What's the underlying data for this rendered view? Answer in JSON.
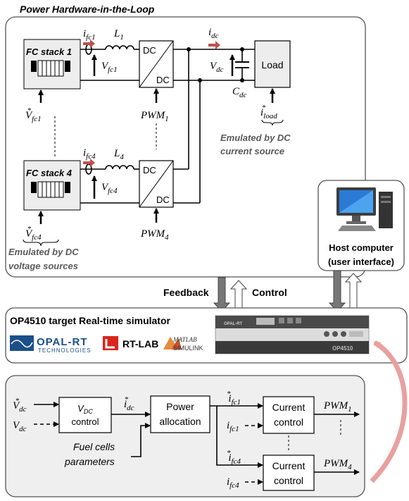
{
  "colors": {
    "panel_bg": "#efefef",
    "panel_border": "#555555",
    "current_arrow": "#c0504d",
    "link_arrow": "#e8a0a0",
    "emulated_text": "#595959",
    "opal_blue": "#1b4f8a",
    "rtlab_red": "#d9261c"
  },
  "phil": {
    "title": "Power Hardware-in-the-Loop",
    "fc1": {
      "label": "FC stack 1",
      "current": "i",
      "current_sub": "fc1",
      "inductor": "L",
      "inductor_sub": "1",
      "voltage": "V",
      "voltage_sub": "fc1",
      "ref": "V",
      "ref_sub": "fc1",
      "ref_sup": "*"
    },
    "fc4": {
      "label": "FC stack 4",
      "current": "i",
      "current_sub": "fc4",
      "inductor": "L",
      "inductor_sub": "4",
      "voltage": "V",
      "voltage_sub": "fc4",
      "ref": "V",
      "ref_sub": "fc4",
      "ref_sup": "*"
    },
    "dcdc1": {
      "top": "DC",
      "bottom": "DC",
      "pwm": "PWM",
      "pwm_sub": "1"
    },
    "dcdc4": {
      "top": "DC",
      "bottom": "DC",
      "pwm": "PWM",
      "pwm_sub": "4"
    },
    "dc_bus": {
      "current": "i",
      "current_sub": "dc",
      "voltage": "V",
      "voltage_sub": "dc",
      "cap": "C",
      "cap_sub": "dc"
    },
    "load": {
      "label": "Load",
      "ref": "i",
      "ref_sub": "load",
      "ref_sup": "*"
    },
    "emulated_load": [
      "Emulated by DC",
      "current source"
    ],
    "emulated_fc": [
      "Emulated by DC",
      "voltage sources"
    ]
  },
  "host": {
    "label": [
      "Host computer",
      "(user interface)"
    ]
  },
  "links": {
    "feedback": "Feedback",
    "control": "Control"
  },
  "simulator": {
    "title": "OP4510 target Real-time simulator",
    "opal_main": "OPAL-RT",
    "opal_sub": "TECHNOLOGIES",
    "rtlab": "RT-LAB",
    "matlab": "MATLAB",
    "simulink": "SIMULINK",
    "device_brand": "OPAL-RT",
    "device_model": "OP4510"
  },
  "control": {
    "vdc_ref": "V",
    "vdc_ref_sub": "dc",
    "vdc_ref_sup": "*",
    "vdc": "V",
    "vdc_sub": "dc",
    "vdc_block": "V",
    "vdc_block_sub": "DC",
    "vdc_block_line2": "control",
    "idc_ref": "i",
    "idc_ref_sub": "dc",
    "idc_ref_sup": "*",
    "power_alloc": [
      "Power",
      "allocation"
    ],
    "fc_params": [
      "Fuel cells",
      "parameters"
    ],
    "ifc1_ref": "i",
    "ifc1_ref_sub": "fc1",
    "ifc1_ref_sup": "*",
    "ifc1": "i",
    "ifc1_sub": "fc1",
    "ifc4_ref": "i",
    "ifc4_ref_sub": "fc4",
    "ifc4_ref_sup": "*",
    "ifc4": "i",
    "ifc4_sub": "fc4",
    "current_control": [
      "Current",
      "control"
    ],
    "pwm1": "PWM",
    "pwm1_sub": "1",
    "pwm4": "PWM",
    "pwm4_sub": "4"
  }
}
